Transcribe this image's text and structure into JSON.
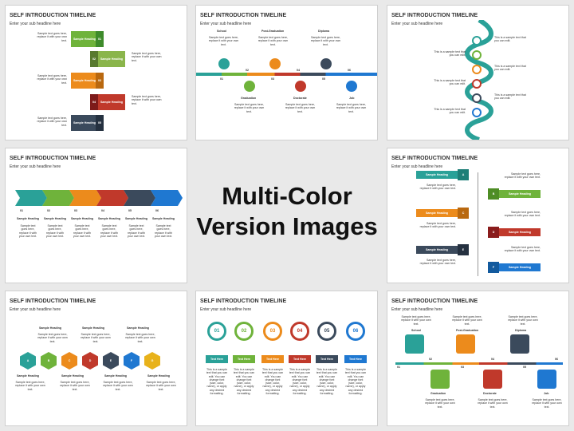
{
  "slide_title": "SELF INTRODUCTION TIMELINE",
  "slide_subtitle": "Enter your sub headline here",
  "center_text": {
    "line1": "Multi-Color",
    "line2": "Version Images"
  },
  "sample_text": "Sample text goes here, replace it with your own text.",
  "short_text": "This is a sample text that you can edit.",
  "sample_heading": "Sample Heading",
  "text_here": "Text Here",
  "numbers": [
    "01",
    "02",
    "03",
    "04",
    "05",
    "06"
  ],
  "letters": [
    "A",
    "B",
    "C",
    "D",
    "E",
    "F",
    "G"
  ],
  "stages": [
    "School",
    "Post-Graduation",
    "Diploma",
    "Graduation",
    "Doctorate",
    "Job"
  ],
  "colors": {
    "green": "#6fb33b",
    "orange": "#ec8b1c",
    "red": "#c0392b",
    "navy": "#3b4a5c",
    "teal": "#2aa198",
    "blue": "#1f78d1",
    "yellow": "#e8b21b",
    "grey": "#555f6b",
    "darkred": "#a81f1f"
  },
  "long_sample": "This is a sample text that you can edit. You can change font (size, color, name), or apply any desired formatting."
}
